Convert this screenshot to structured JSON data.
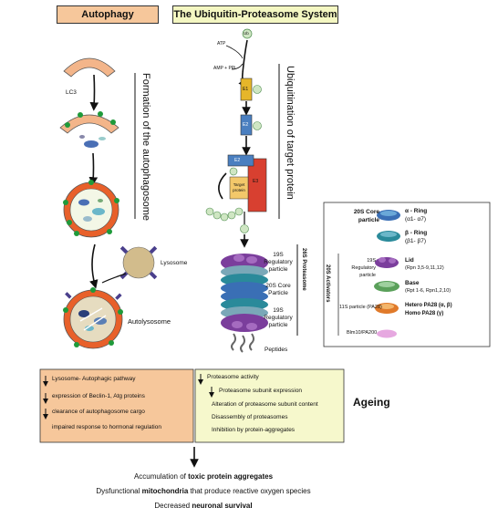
{
  "headers": {
    "autophagy": "Autophagy",
    "ups": "The Ubiquitin-Proteasome System"
  },
  "left_column": {
    "vertical_label": "Formation of the autophagosome",
    "lc3": "LC3",
    "lysosome": "Lysosome",
    "autolysosome": "Autolysosome"
  },
  "middle_column": {
    "vertical_label": "Ubiquitination of target protein",
    "atp": "ATP",
    "amp_ppi": "AMP + PPi",
    "ub": "Ub",
    "e1": "E1",
    "e2": "E2",
    "e3": "E3",
    "target_protein": "Target protein",
    "reg_particle_top": "19S Regulatory particle",
    "core_particle": "20S Core Particle",
    "reg_particle_bottom": "19S Regulatory particle",
    "proteasome_26s": "26S Proteasome",
    "peptides": "Peptides"
  },
  "legend": {
    "core_title": "20S Core particle",
    "alpha_ring": "α - Ring",
    "alpha_sub": "(α1- α7)",
    "beta_ring": "β - Ring",
    "beta_sub": "(β1- β7)",
    "activators": "20S Activators",
    "reg19_label": "19S Regulatory particle",
    "lid": "Lid",
    "lid_sub": "(Rpn 3,5-9,11,12)",
    "base": "Base",
    "base_sub": "(Rpt 1-6, Rpn1,2,10)",
    "pa28_label": "11S particle (PA28)",
    "hetero": "Hetero PA28 (α, β)",
    "homo": "Homo PA28 (γ)",
    "blm": "Blm10/PA200"
  },
  "aging_left": {
    "items": [
      "Lysosome- Autophagic pathway",
      "expression of Beclin-1, Atg proteins",
      "clearance of autophagosome cargo",
      "impaired response to hormonal regulation"
    ]
  },
  "aging_right": {
    "items": [
      "Proteasome activity",
      "Proteasome subunit expression",
      "Alteration of proteasome subunit content",
      "Disassembly of proteasomes",
      "Inhibition by protein-aggregates"
    ]
  },
  "ageing_label": "Ageing",
  "outcomes": {
    "line1_pre": "Accumulation of ",
    "line1_bold": "toxic protein aggregates",
    "line2_pre": "Dysfunctional ",
    "line2_bold": "mitochondria",
    "line2_post": " that produce reactive oxygen species",
    "line3_pre": "Decreased ",
    "line3_bold": "neuronal survival"
  },
  "colors": {
    "autophagy_header": "#f6c79b",
    "ups_header": "#f4f7c2",
    "orange_box": "#f6c79b",
    "yellow_box": "#f6f8cc",
    "membrane": "#f3b58a",
    "lysosome": "#d2bc8c",
    "green_dot": "#1f9a3a",
    "e1": "#e6b62a",
    "e2": "#4a7fc0",
    "e3": "#d84030",
    "purple": "#7b3e9c",
    "teal": "#2a8a9a",
    "blue": "#3a6fb5"
  }
}
